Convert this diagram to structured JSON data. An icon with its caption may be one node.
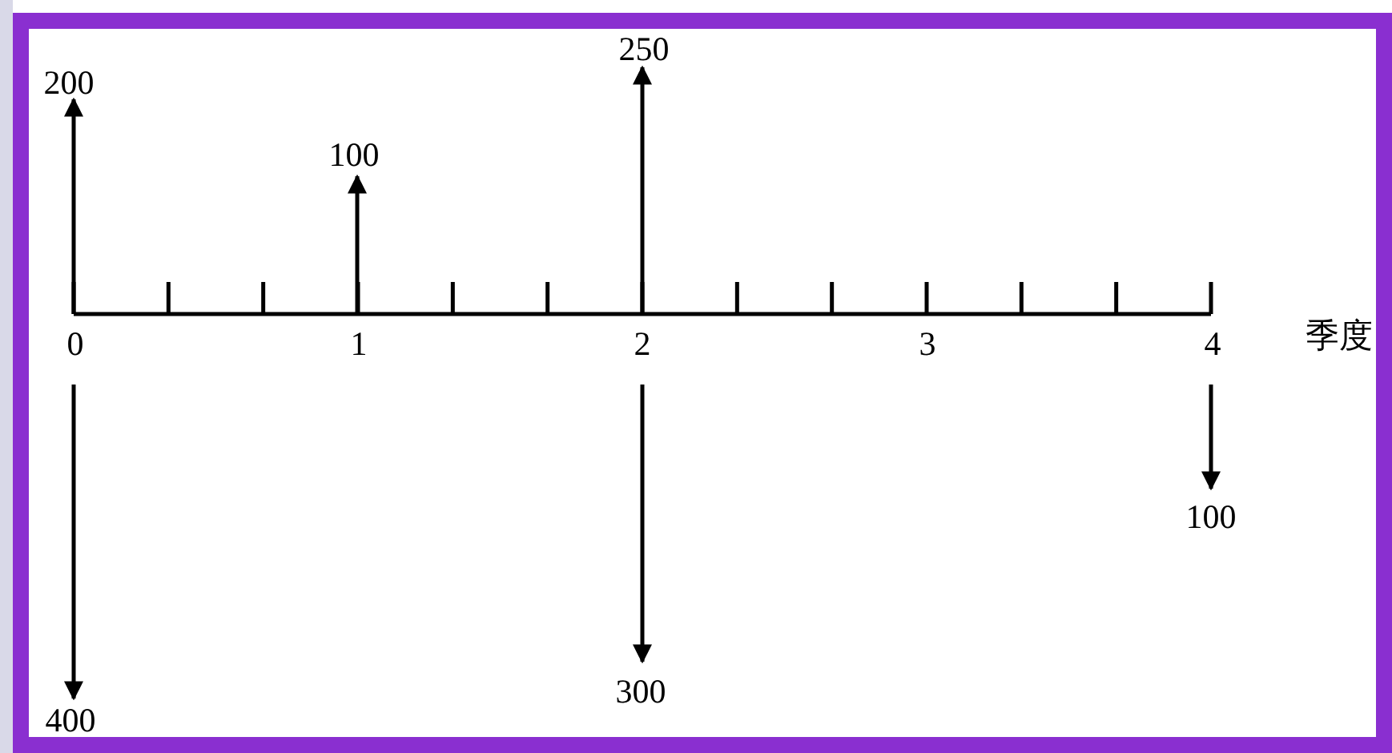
{
  "diagram": {
    "labels": [
      "250",
      "200",
      "100",
      "季度",
      "0",
      "1",
      "2",
      "3",
      "4",
      "100",
      "300",
      "400"
    ]
  }
}
